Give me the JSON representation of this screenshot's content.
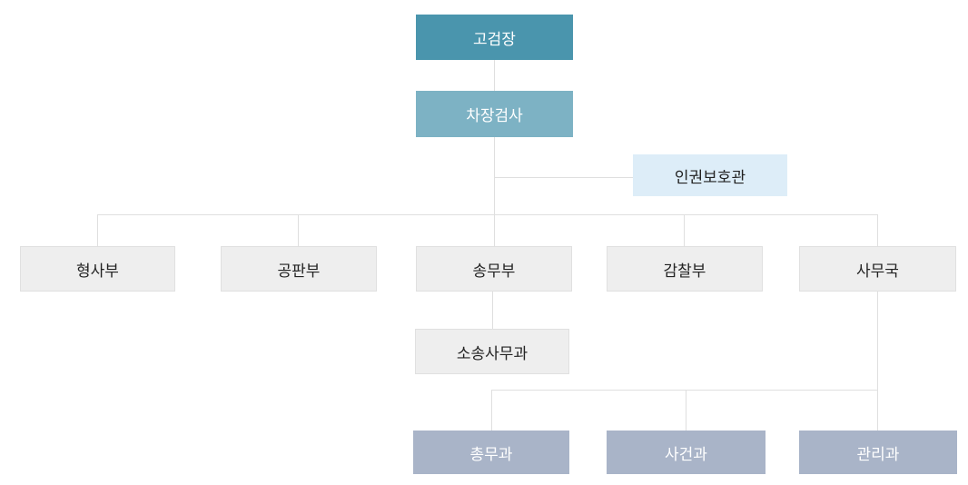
{
  "org_chart": {
    "type": "org-tree",
    "root": {
      "label": "고검장"
    },
    "deputy": {
      "label": "차장검사",
      "parent": "고검장"
    },
    "advisor": {
      "label": "인권보호관",
      "parent": "차장검사"
    },
    "departments": [
      {
        "label": "형사부",
        "parent": "차장검사"
      },
      {
        "label": "공판부",
        "parent": "차장검사"
      },
      {
        "label": "송무부",
        "parent": "차장검사"
      },
      {
        "label": "감찰부",
        "parent": "차장검사"
      },
      {
        "label": "사무국",
        "parent": "차장검사"
      }
    ],
    "litigation_child": {
      "label": "소송사무과",
      "parent": "송무부"
    },
    "bureau_children": [
      {
        "label": "총무과",
        "parent": "사무국"
      },
      {
        "label": "사건과",
        "parent": "사무국"
      },
      {
        "label": "관리과",
        "parent": "사무국"
      }
    ],
    "colors": {
      "root_bg": "#4a95ad",
      "deputy_bg": "#7db2c4",
      "advisor_bg": "#ddedf8",
      "department_bg": "#eeeeee",
      "department_border": "#e0e0e0",
      "section_bg": "#a9b4c8",
      "connector": "#dfdfdf",
      "text_dark": "#222222",
      "text_light": "#ffffff"
    }
  }
}
